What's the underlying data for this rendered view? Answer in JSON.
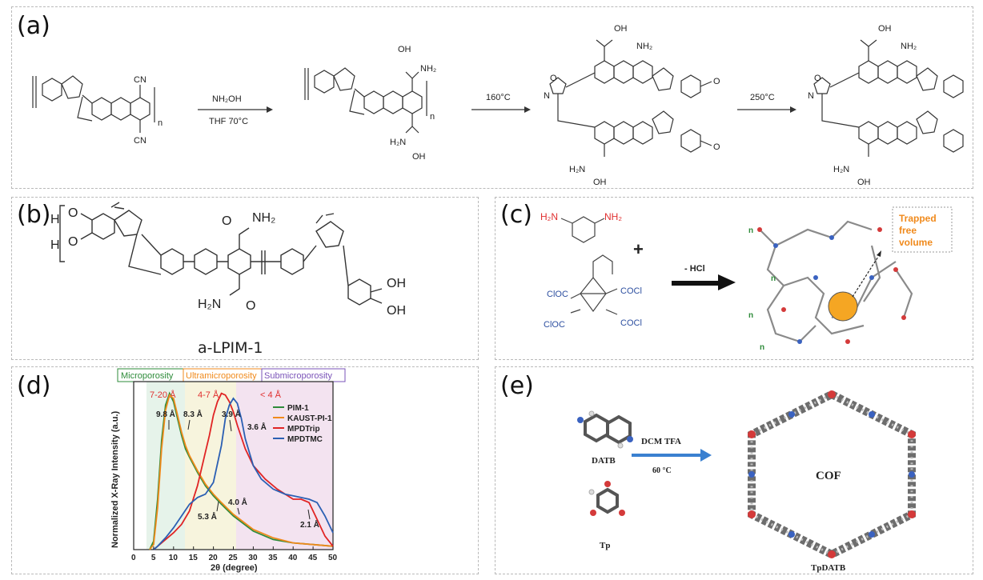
{
  "panels": {
    "a": {
      "label": "(a)",
      "reagent_top": "NH₂OH",
      "reagent_bottom": "THF 70°C",
      "step2": "160°C",
      "step3": "250°C",
      "groups": {
        "cn": "CN",
        "n": "n",
        "oh": "OH",
        "nh2": "NH₂",
        "h2n": "H₂N",
        "o": "O",
        "n_ring": "N"
      }
    },
    "b": {
      "label": "(b)",
      "caption": "a-LPIM-1",
      "groups": {
        "h": "H",
        "o": "O",
        "nh2": "NH₂",
        "h2n": "H₂N",
        "oh": "OH"
      }
    },
    "c": {
      "label": "(c)",
      "reactant1_left": "H₂N",
      "reactant1_right": "NH₂",
      "plus": "+",
      "reactant2_groups": [
        "ClOC",
        "ClOC",
        "COCl",
        "COCl"
      ],
      "arrow_label": "- HCl",
      "trapped_line1": "Trapped",
      "trapped_line2": "free",
      "trapped_line3": "volume",
      "n": "n"
    },
    "d": {
      "label": "(d)",
      "regions": [
        "Microporosity",
        "Ultramicroporosity",
        "Submicroporosity"
      ],
      "region_ranges": [
        "7-20 Å",
        "4-7 Å",
        "< 4 Å"
      ],
      "peak_labels": [
        "9.8 Å",
        "8.3 Å",
        "3.9 Å",
        "3.6 Å",
        "5.3 Å",
        "4.0 Å",
        "2.1 Å"
      ]
    },
    "e": {
      "label": "(e)",
      "monomer1": "DATB",
      "monomer2": "Tp",
      "conditions_top": "DCM TFA",
      "conditions_bottom": "60 °C",
      "cof_center": "COF",
      "cof_name": "TpDATB"
    }
  },
  "chart_data": {
    "type": "line",
    "title": "",
    "xlabel": "2θ (degree)",
    "ylabel": "Normalized X-Ray Intensity (a.u.)",
    "xlim": [
      0,
      50
    ],
    "ylim": [
      0,
      1
    ],
    "xticks": [
      0,
      5,
      10,
      15,
      20,
      25,
      30,
      35,
      40,
      45,
      50
    ],
    "legend_position": "top-right",
    "series": [
      {
        "name": "PIM-1",
        "color": "#2e8b3a",
        "x": [
          4,
          5,
          6,
          7,
          8,
          9,
          10,
          11,
          12,
          13,
          14,
          16,
          18,
          20,
          22,
          25,
          30,
          35,
          40,
          45,
          50
        ],
        "y": [
          0.0,
          0.05,
          0.3,
          0.65,
          0.86,
          0.93,
          0.88,
          0.78,
          0.68,
          0.6,
          0.55,
          0.46,
          0.38,
          0.32,
          0.27,
          0.2,
          0.11,
          0.06,
          0.04,
          0.03,
          0.02
        ]
      },
      {
        "name": "KAUST-PI-1",
        "color": "#f08a1c",
        "x": [
          4,
          5,
          6,
          7,
          8,
          9,
          10,
          11,
          12,
          13,
          14,
          16,
          18,
          20,
          22,
          25,
          30,
          35,
          40,
          45,
          50
        ],
        "y": [
          0.0,
          0.03,
          0.25,
          0.6,
          0.83,
          0.92,
          0.9,
          0.8,
          0.7,
          0.62,
          0.56,
          0.47,
          0.39,
          0.33,
          0.28,
          0.21,
          0.12,
          0.07,
          0.04,
          0.03,
          0.02
        ]
      },
      {
        "name": "MPDTrip",
        "color": "#e02424",
        "x": [
          5,
          6,
          8,
          10,
          12,
          14,
          16,
          18,
          19,
          20,
          21,
          22,
          23,
          24,
          25,
          26,
          28,
          30,
          33,
          36,
          40,
          42,
          44,
          46,
          48,
          50
        ],
        "y": [
          0.0,
          0.02,
          0.06,
          0.1,
          0.15,
          0.23,
          0.38,
          0.58,
          0.68,
          0.8,
          0.88,
          0.93,
          0.92,
          0.88,
          0.82,
          0.74,
          0.6,
          0.5,
          0.42,
          0.36,
          0.3,
          0.3,
          0.28,
          0.18,
          0.08,
          0.02
        ]
      },
      {
        "name": "MPDTMC",
        "color": "#2b5fb3",
        "x": [
          5,
          6,
          8,
          10,
          12,
          14,
          16,
          18,
          20,
          22,
          23,
          24,
          25,
          26,
          27,
          28,
          30,
          32,
          35,
          38,
          40,
          42,
          44,
          46,
          48,
          50
        ],
        "y": [
          0.0,
          0.02,
          0.07,
          0.13,
          0.2,
          0.27,
          0.31,
          0.33,
          0.4,
          0.62,
          0.78,
          0.86,
          0.9,
          0.87,
          0.78,
          0.66,
          0.5,
          0.42,
          0.36,
          0.33,
          0.32,
          0.31,
          0.3,
          0.28,
          0.2,
          0.1
        ]
      }
    ]
  }
}
